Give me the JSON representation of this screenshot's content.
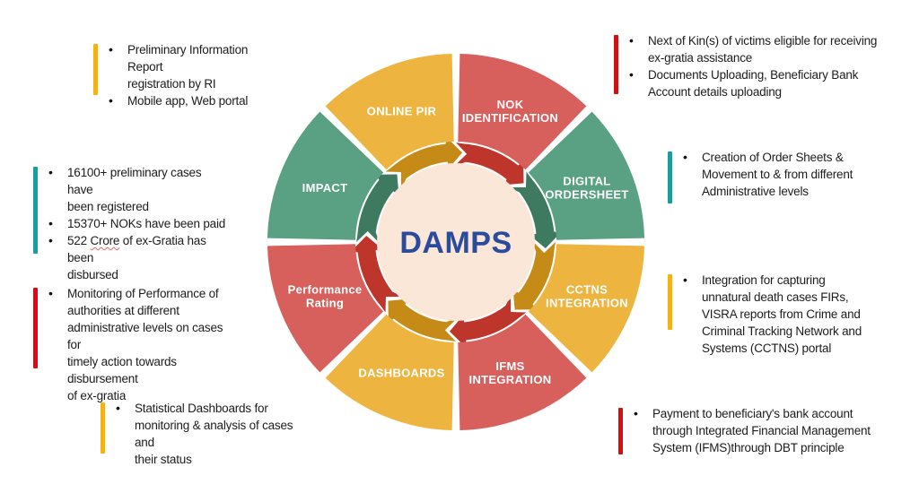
{
  "wheel": {
    "title": "DAMPS",
    "title_color": "#2B4C9C",
    "hub_color": "#FBE7D8",
    "segments": [
      {
        "id": "nok-identification",
        "lines": [
          "NOK",
          "IDENTIFICATION"
        ],
        "color": "#D75F5C",
        "dark": "#BE352C"
      },
      {
        "id": "digital-ordersheet",
        "lines": [
          "DIGITAL",
          "ORDERSHEET"
        ],
        "color": "#5AA083",
        "dark": "#3E7A5F"
      },
      {
        "id": "cctns-integration",
        "lines": [
          "CCTNS",
          "INTEGRATION"
        ],
        "color": "#EDB440",
        "dark": "#C68B17"
      },
      {
        "id": "ifms-integration",
        "lines": [
          "IFMS",
          "INTEGRATION"
        ],
        "color": "#D75F5C",
        "dark": "#BE352C"
      },
      {
        "id": "dashboards",
        "lines": [
          "DASHBOARDS"
        ],
        "color": "#EDB440",
        "dark": "#C68B17"
      },
      {
        "id": "performance-rating",
        "lines": [
          "Performance",
          "Rating"
        ],
        "color": "#D75F5C",
        "dark": "#BE352C"
      },
      {
        "id": "impact",
        "lines": [
          "IMPACT"
        ],
        "color": "#5AA083",
        "dark": "#3E7A5F"
      },
      {
        "id": "online-pir",
        "lines": [
          "ONLINE PIR"
        ],
        "color": "#EDB440",
        "dark": "#C68B17"
      }
    ]
  },
  "callouts": {
    "online_pir": {
      "bar_color": "#F6B40B",
      "bullets": [
        "Preliminary Information Report\nregistration by RI",
        "Mobile app, Web portal"
      ]
    },
    "impact": {
      "bar_color": "#12A0A0",
      "bullets": [
        "16100+ preliminary cases have\nbeen registered",
        "15370+ NOKs have been paid"
      ],
      "bullet3": {
        "pre": "522 ",
        "word": "Crore",
        "post": " of ex-Gratia has been\ndisbursed"
      }
    },
    "performance_rating": {
      "bar_color": "#E30613",
      "bullets": [
        "Monitoring of Performance of\nauthorities at different\nadministrative levels on cases for\ntimely action towards disbursement\nof ex-gratia"
      ]
    },
    "dashboards": {
      "bar_color": "#F6B40B",
      "bullets": [
        "Statistical Dashboards for\nmonitoring & analysis of cases and\ntheir status"
      ]
    },
    "nok_identification": {
      "bar_color": "#D40F12",
      "bullets": [
        "Next of Kin(s) of victims eligible for receiving\nex-gratia assistance",
        "Documents Uploading, Beneficiary Bank\nAccount details uploading"
      ]
    },
    "digital_ordersheet": {
      "bar_color": "#12A0A0",
      "bullets": [
        "Creation of Order Sheets &\nMovement to & from different\nAdministrative levels"
      ]
    },
    "cctns_integration": {
      "bar_color": "#F6B40B",
      "bullets": [
        "Integration for capturing\nunnatural death cases FIRs,\nVISRA reports from Crime and\nCriminal Tracking Network and\nSystems (CCTNS) portal"
      ]
    },
    "ifms_integration": {
      "bar_color": "#D40F12",
      "bullets": [
        "Payment to beneficiary's bank account\nthrough Integrated Financial Management\nSystem (IFMS)through DBT principle"
      ]
    }
  }
}
